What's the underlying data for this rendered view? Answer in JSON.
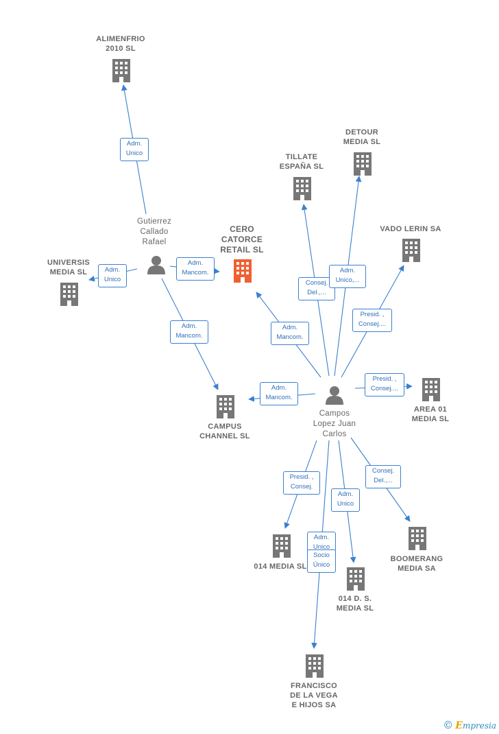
{
  "colors": {
    "edge": "#3a7fd0",
    "building": "#777777",
    "focus": "#f06030",
    "text": "#666666"
  },
  "nodes": {
    "alimenfrio": {
      "label": "ALIMENFRIO\n2010 SL",
      "icon": "building-icon"
    },
    "universis": {
      "label": "UNIVERSIS\nMEDIA SL",
      "icon": "building-icon"
    },
    "cero": {
      "label": "CERO\nCATORCE\nRETAIL  SL",
      "icon": "building-icon"
    },
    "gutierrez": {
      "label": "Gutierrez\nCallado\nRafael",
      "icon": "person-icon"
    },
    "tillate": {
      "label": "TILLATE\nESPAÑA SL",
      "icon": "building-icon"
    },
    "detour": {
      "label": "DETOUR\nMEDIA SL",
      "icon": "building-icon"
    },
    "vado": {
      "label": "VADO LERIN SA",
      "icon": "building-icon"
    },
    "campus_channel": {
      "label": "CAMPUS\nCHANNEL SL",
      "icon": "building-icon"
    },
    "campos": {
      "label": "Campos\nLopez Juan\nCarlos",
      "icon": "person-icon"
    },
    "area01": {
      "label": "AREA 01\nMEDIA SL",
      "icon": "building-icon"
    },
    "media014": {
      "label": "014 MEDIA SL",
      "icon": "building-icon"
    },
    "boomerang": {
      "label": "BOOMERANG\nMEDIA SA",
      "icon": "building-icon"
    },
    "d014": {
      "label": "014 D.  S.\nMEDIA  SL",
      "icon": "building-icon"
    },
    "francisco": {
      "label": "FRANCISCO\nDE LA VEGA\nE HIJOS SA",
      "icon": "building-icon"
    }
  },
  "edge_labels": {
    "g_alimenfrio": "Adm.\nUnico",
    "g_universis": "Adm.\nUnico",
    "g_cero": "Adm.\nMancom.",
    "g_campus": "Adm.\nMancom.",
    "c_tillate": "Consej.\nDel.,...",
    "c_detour": "Adm.\nUnico,...",
    "c_vado": "Presid. ,\nConsej....",
    "c_cero": "Adm.\nMancom.",
    "c_campus": "Adm.\nMancom.",
    "c_area01": "Presid. ,\nConsej....",
    "c_media014": "Presid. ,\nConsej.",
    "c_boomerang": "Consej.\nDel.,...",
    "c_d014": "Adm.\nUnico",
    "c_francisco_1": "Adm.\nUnico",
    "c_francisco_2": "Socio\nÚnico"
  },
  "footer": {
    "symbol": "©",
    "brand_initial": "E",
    "brand_rest": "mpresia"
  }
}
